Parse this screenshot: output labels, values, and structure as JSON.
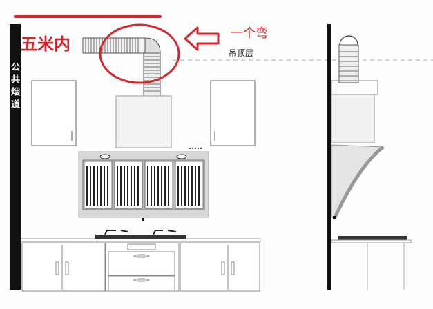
{
  "annotations": {
    "distance_label": "五米内",
    "bend_label": "一个弯",
    "ceiling_label": "吊顶层",
    "flue_label": "公共烟道"
  },
  "colors": {
    "annotation_red": "#d7262b",
    "wall": "#111111",
    "ceiling_line": "#aaaaaa"
  }
}
